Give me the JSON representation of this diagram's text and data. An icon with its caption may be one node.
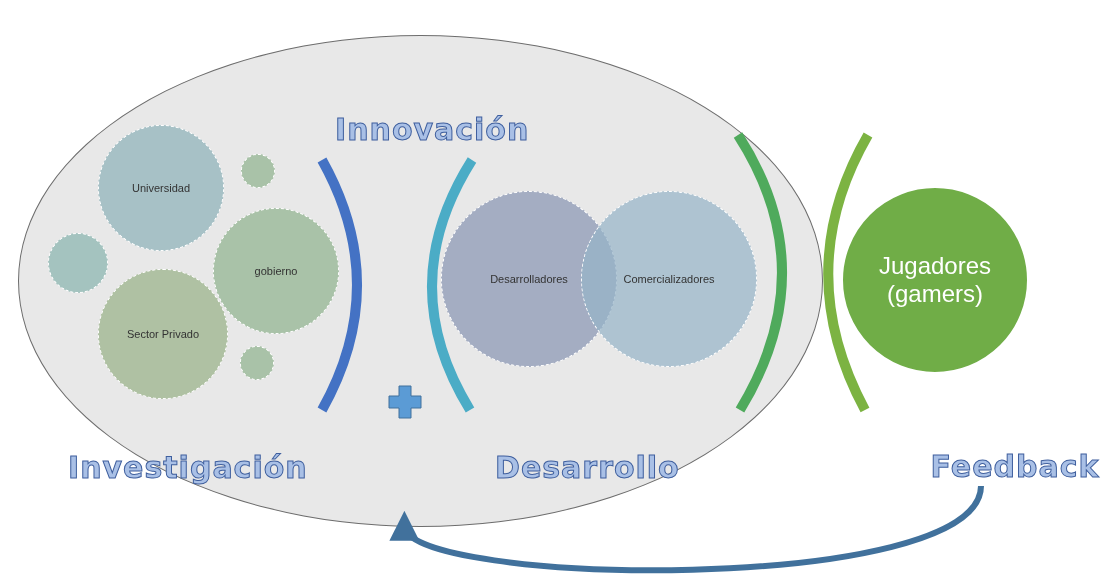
{
  "diagram": {
    "nodes": [
      {
        "text": [],
        "shape": "ellipse"
      },
      {
        "text": [
          "Universidad"
        ],
        "in": 0
      },
      {
        "text": [],
        "shape": "circle",
        "in": 0
      },
      {
        "text": [],
        "shape": "circle",
        "in": 0
      },
      {
        "text": [
          "gobierno"
        ],
        "in": 0
      },
      {
        "text": [
          "Sector Privado"
        ],
        "in": 0
      },
      {
        "text": [],
        "shape": "circle",
        "in": 0
      },
      {
        "text": [
          "Desarrolladores"
        ],
        "in": 0
      },
      {
        "text": [
          "Comercializadores"
        ],
        "in": 0
      },
      {
        "text": [
          "Jugadores (gamers)"
        ]
      },
      {
        "text": [
          "Feedback"
        ]
      }
    ],
    "edges": [
      {
        "from": 10,
        "to": 0,
        "arrow": "to"
      }
    ],
    "labels": [
      "Innovación",
      "Investigación",
      "Desarrollo"
    ]
  }
}
